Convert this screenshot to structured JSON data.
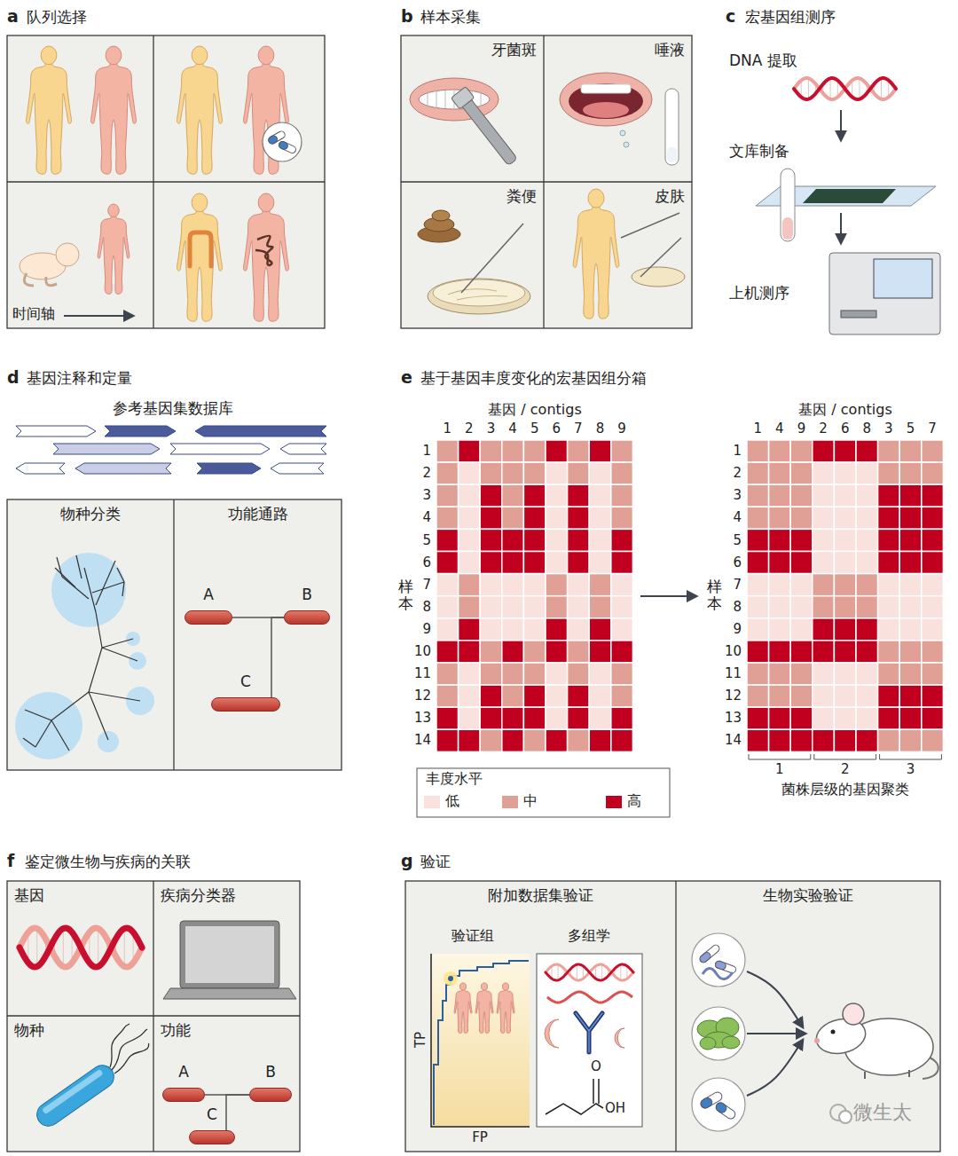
{
  "diagram": {
    "nodes": [
      {
        "text": [
          "牙菌斑"
        ]
      },
      {
        "text": [
          "唾液"
        ]
      },
      {
        "text": [
          "粪便"
        ]
      },
      {
        "text": [
          "皮肤"
        ]
      },
      {
        "text": [
          "物种分类"
        ]
      },
      {
        "text": [
          "功能通路"
        ]
      },
      {
        "text": [
          "A"
        ],
        "in": 5
      },
      {
        "text": [
          "B"
        ],
        "in": 5
      },
      {
        "text": [
          "C"
        ],
        "in": 5
      },
      {
        "text": [
          "基因"
        ]
      },
      {
        "text": [
          "疾病分类器"
        ]
      },
      {
        "text": [
          "物种"
        ]
      },
      {
        "text": [
          "功能"
        ]
      },
      {
        "text": [
          "A"
        ],
        "in": 12
      },
      {
        "text": [
          "B"
        ],
        "in": 12
      },
      {
        "text": [
          "C"
        ],
        "in": 12
      },
      {
        "text": [
          "附加数据集验证"
        ]
      },
      {
        "text": [
          "生物实验验证"
        ]
      }
    ],
    "edges": [
      {
        "from": 6,
        "to": 7,
        "arrow": "none"
      },
      {
        "from": 8,
        "to": 7,
        "arrow": "none"
      },
      {
        "from": 13,
        "to": 14,
        "arrow": "none"
      },
      {
        "from": 15,
        "to": 14,
        "arrow": "none"
      }
    ],
    "labels": [
      "a",
      "队列选择",
      "时间轴",
      "b",
      "样本采集",
      "c",
      "宏基因组测序",
      "DNA 提取",
      "文库制备",
      "上机测序",
      "d",
      "基因注释和定量",
      "参考基因集数据库",
      "e",
      "基于基因丰度变化的宏基因组分箱",
      "基因 / contigs",
      "1",
      "2",
      "3",
      "4",
      "5",
      "6",
      "7",
      "8",
      "9",
      "1",
      "2",
      "3",
      "4",
      "5",
      "6",
      "7",
      "8",
      "9",
      "10",
      "11",
      "12",
      "13",
      "14",
      "样本",
      "基因 / contigs",
      "1",
      "4",
      "9",
      "2",
      "6",
      "8",
      "3",
      "5",
      "7",
      "1",
      "2",
      "3",
      "4",
      "5",
      "6",
      "7",
      "8",
      "9",
      "10",
      "11",
      "12",
      "13",
      "14",
      "样本",
      "丰度水平",
      "1",
      "2",
      "3",
      "菌株层级的基因聚类",
      "f",
      "鉴定微生物与疾病的关联",
      "g",
      "验证",
      "验证组",
      "多组学",
      "TP",
      "FP",
      "O",
      "OH",
      "微生太"
    ],
    "legend": [
      {
        "text": "低",
        "color": "#f9e1de"
      },
      {
        "text": "中",
        "color": "#e0a096"
      },
      {
        "text": "高",
        "color": "#c1001f"
      }
    ]
  }
}
